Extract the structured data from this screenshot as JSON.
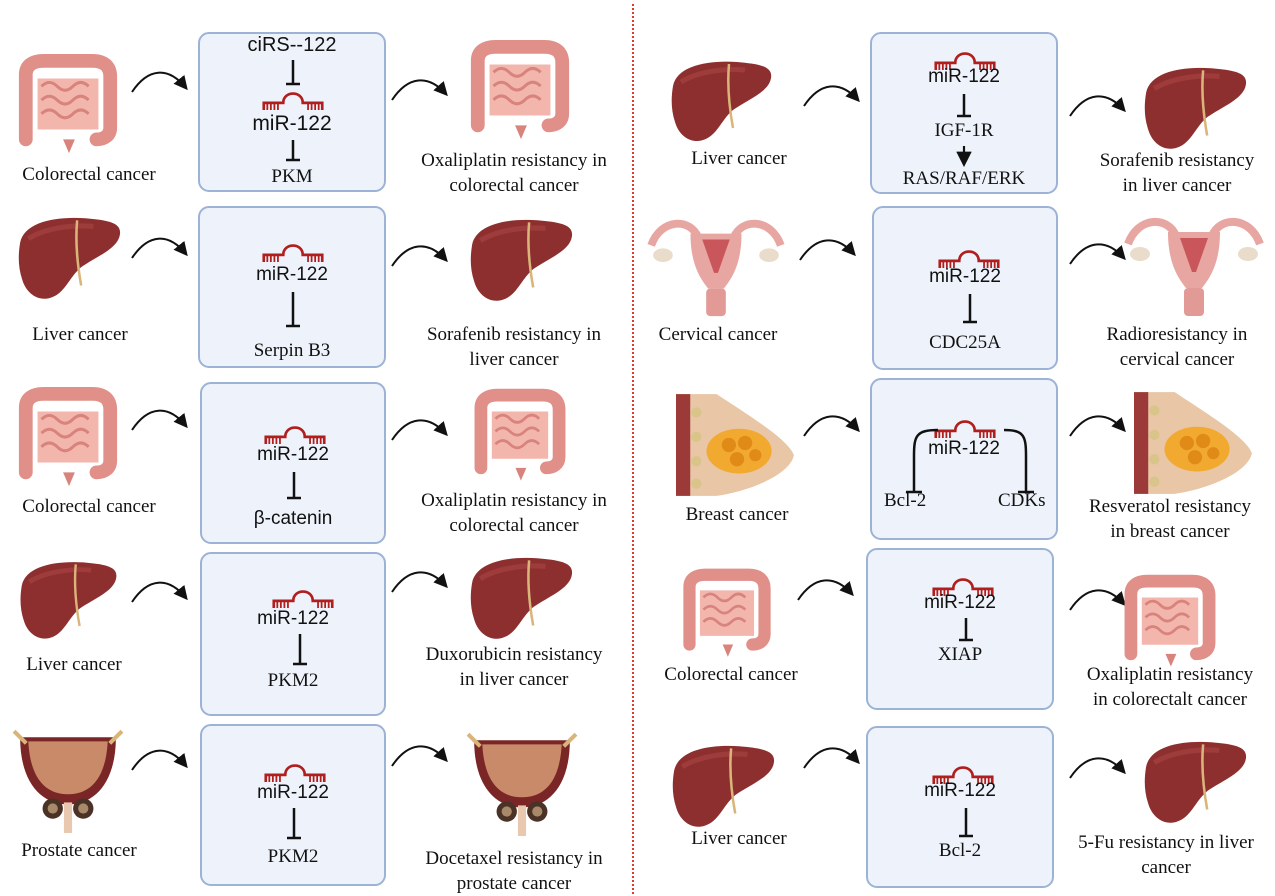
{
  "left_column": [
    {
      "cancer": "Colorectal cancer",
      "mirna_upstream": "ciRS--122",
      "mirna": "miR-122",
      "targets": [
        "PKM"
      ],
      "outcome": "Oxaliplatin resistancy in\ncolorectal cancer"
    },
    {
      "cancer": "Liver cancer",
      "mirna": "miR-122",
      "targets": [
        "Serpin B3"
      ],
      "outcome": "Sorafenib resistancy in\nliver cancer"
    },
    {
      "cancer": "Colorectal cancer",
      "mirna": "miR-122",
      "targets": [
        "β-catenin"
      ],
      "outcome": "Oxaliplatin resistancy in\ncolorectal cancer"
    },
    {
      "cancer": "Liver cancer",
      "mirna": "miR-122",
      "targets": [
        "PKM2"
      ],
      "outcome": "Duxorubicin resistancy\nin liver cancer"
    },
    {
      "cancer": "Prostate cancer",
      "mirna": "miR-122",
      "targets": [
        "PKM2"
      ],
      "outcome": "Docetaxel resistancy in\nprostate cancer"
    }
  ],
  "right_column": [
    {
      "cancer": "Liver cancer",
      "mirna": "miR-122",
      "targets": [
        "IGF-1R",
        "RAS/RAF/ERK"
      ],
      "outcome": "Sorafenib resistancy\nin liver cancer"
    },
    {
      "cancer": "Cervical cancer",
      "mirna": "miR-122",
      "targets": [
        "CDC25A"
      ],
      "outcome": "Radioresistancy in\ncervical  cancer"
    },
    {
      "cancer": "Breast cancer",
      "mirna": "miR-122",
      "targets": [
        "Bcl-2",
        "CDKs"
      ],
      "outcome": "Resveratol resistancy\nin breast cancer"
    },
    {
      "cancer": "Colorectal cancer",
      "mirna": "miR-122",
      "targets": [
        "XIAP"
      ],
      "outcome": "Oxaliplatin resistancy\nin colorectalt cancer"
    },
    {
      "cancer": "Liver cancer",
      "mirna": "miR-122",
      "targets": [
        "Bcl-2"
      ],
      "outcome": "5-Fu resistancy in liver\ncancer"
    }
  ],
  "colors": {
    "box_fill": "#eef3fb",
    "box_border": "#9db3d6",
    "divider": "#e03a2f",
    "mirna_symbol": "#b01e1e",
    "liver": "#8e2f2f",
    "colon": "#e6a09a"
  },
  "icons": [
    "colon-icon",
    "liver-icon",
    "prostate-icon",
    "uterus-icon",
    "breast-icon",
    "mirna-hairpin-icon",
    "curved-arrow-icon",
    "inhibition-icon"
  ]
}
